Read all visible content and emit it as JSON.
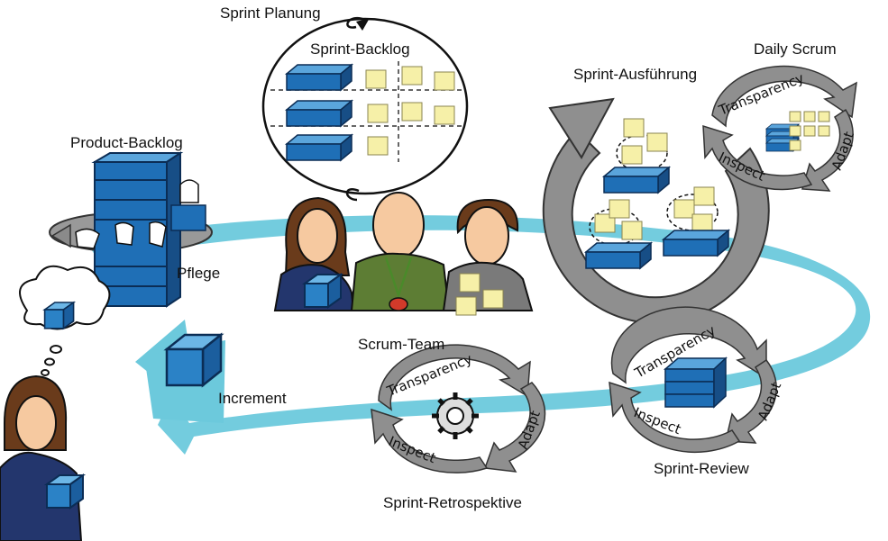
{
  "labels": {
    "sprint_planung": "Sprint Planung",
    "sprint_backlog": "Sprint-Backlog",
    "sprint_ausfuehrung": "Sprint-Ausführung",
    "daily_scrum": "Daily Scrum",
    "product_backlog": "Product-Backlog",
    "pflege": "Pflege",
    "scrum_team": "Scrum-Team",
    "increment": "Increment",
    "sprint_review": "Sprint-Review",
    "sprint_retrospektive": "Sprint-Retrospektive"
  },
  "cycle_words": {
    "transparency": "Transparency",
    "inspect": "Inspect",
    "adapt": "Adapt"
  },
  "colors": {
    "flow": "#6cc9dc",
    "block_front": "#1f6fb6",
    "block_top": "#5aa5dc",
    "sticky": "#f6f0a8",
    "cycle_arrow": "#8f8f8f",
    "skin": "#f6c9a0",
    "hair": "#6a3b1b",
    "shirt_green": "#5d7d34",
    "shirt_navy": "#23366d",
    "jacket_grey": "#7a7a7a",
    "whistle": "#d23a2a"
  }
}
